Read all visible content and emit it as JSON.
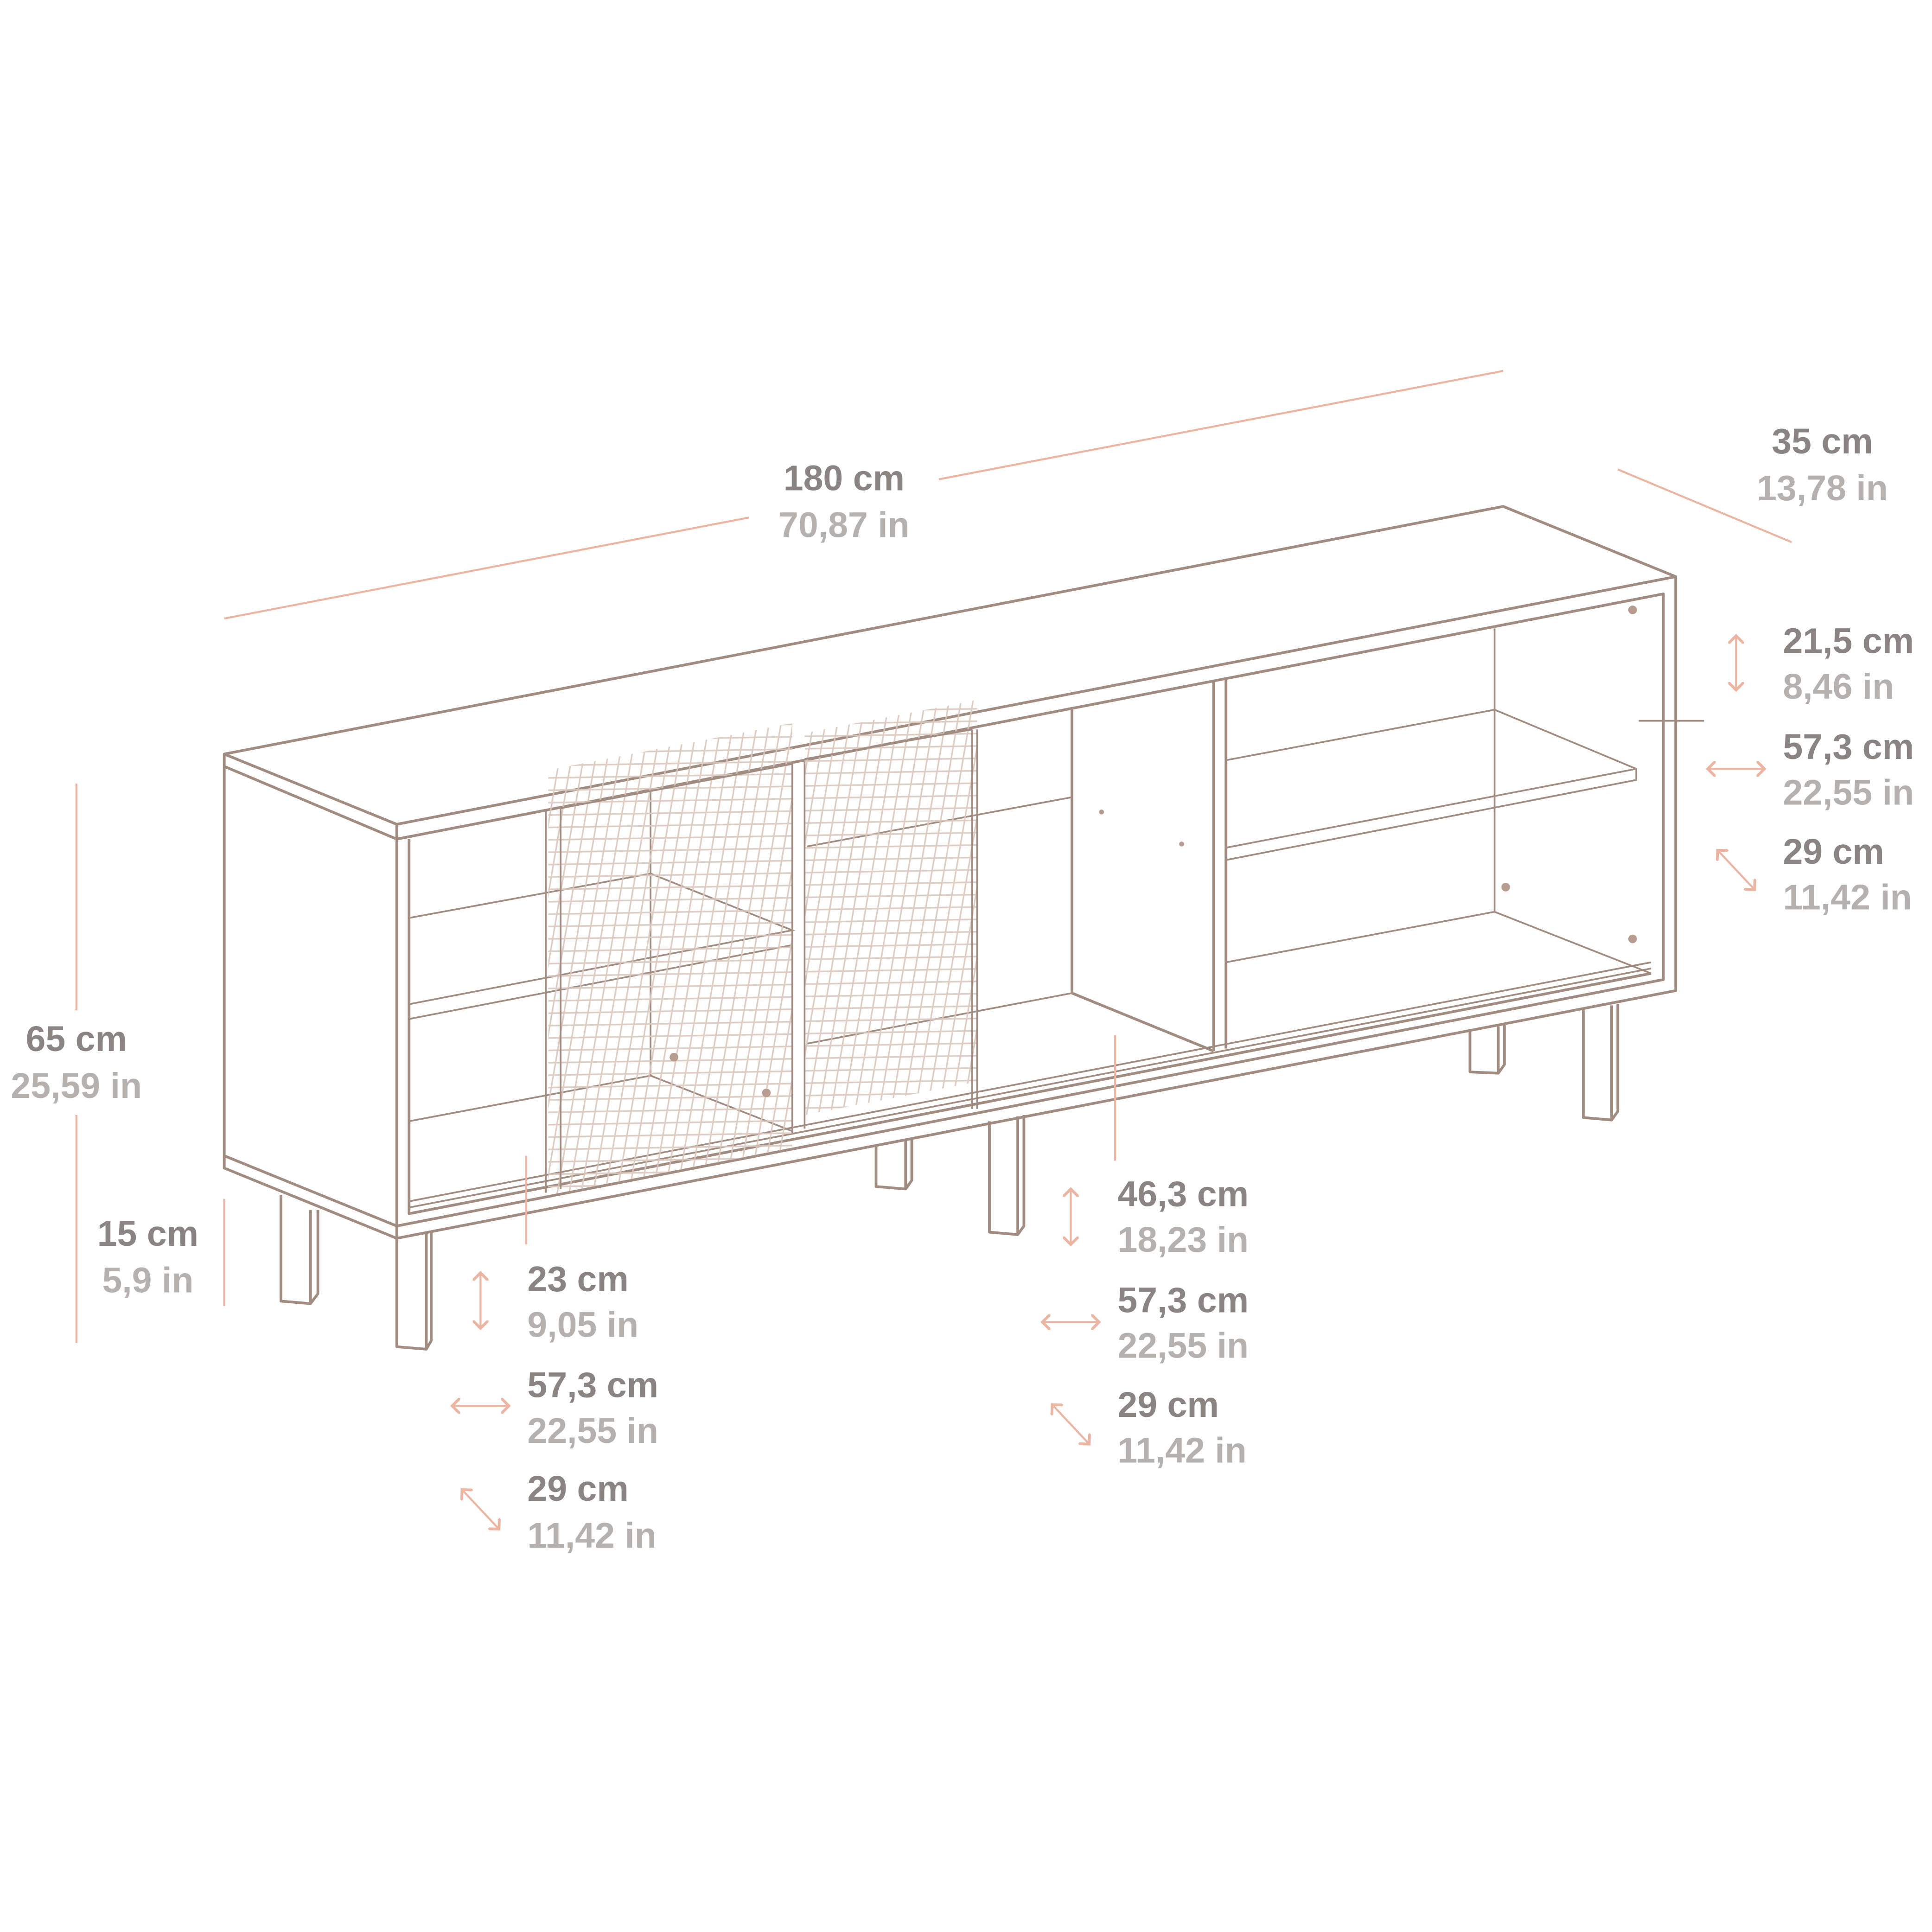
{
  "colors": {
    "outline": "#a08c80",
    "dimension_line": "#ebb5a2",
    "metric_text": "#8a8583",
    "imperial_text": "#b5b1af"
  },
  "dimensions": {
    "width": {
      "cm": "180 cm",
      "in": "70,87 in"
    },
    "depth": {
      "cm": "35 cm",
      "in": "13,78 in"
    },
    "height": {
      "cm": "65 cm",
      "in": "25,59 in"
    },
    "leg_height": {
      "cm": "15 cm",
      "in": "5,9 in"
    },
    "left_compartment": {
      "height": {
        "cm": "23 cm",
        "in": "9,05 in"
      },
      "width": {
        "cm": "57,3 cm",
        "in": "22,55 in"
      },
      "depth": {
        "cm": "29 cm",
        "in": "11,42 in"
      }
    },
    "middle_compartment": {
      "height": {
        "cm": "46,3 cm",
        "in": "18,23 in"
      },
      "width": {
        "cm": "57,3 cm",
        "in": "22,55 in"
      },
      "depth": {
        "cm": "29 cm",
        "in": "11,42 in"
      }
    },
    "right_compartment": {
      "height": {
        "cm": "21,5 cm",
        "in": "8,46 in"
      },
      "width": {
        "cm": "57,3 cm",
        "in": "22,55 in"
      },
      "depth": {
        "cm": "29 cm",
        "in": "11,42 in"
      }
    }
  }
}
